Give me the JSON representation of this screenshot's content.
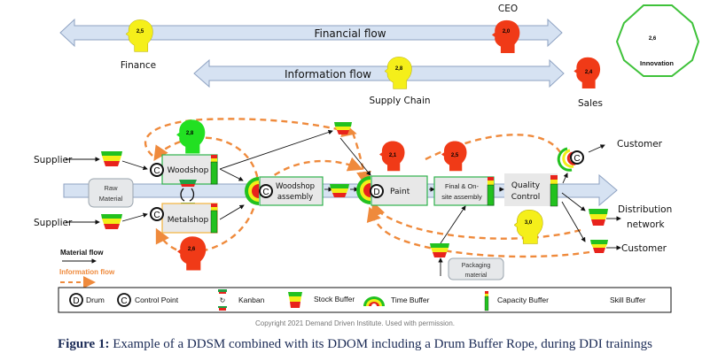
{
  "flows": {
    "financial_label": "Financial flow",
    "information_label": "Information flow"
  },
  "roles": {
    "finance": {
      "label": "Finance",
      "score": "2,5",
      "color": "#f5ef1a"
    },
    "ceo": {
      "label": "CEO",
      "score": "2,0",
      "color": "#f03a17"
    },
    "supply_chain": {
      "label": "Supply Chain",
      "score": "2,8",
      "color": "#f5ef1a"
    },
    "sales": {
      "label": "Sales",
      "score": "2,4",
      "color": "#f03a17"
    },
    "innovation": {
      "label": "Innovation",
      "score": "2,6"
    }
  },
  "skill_heads": {
    "woodshop": {
      "score": "2,8",
      "color": "#22e022"
    },
    "metalshop": {
      "score": "2,6",
      "color": "#f03a17"
    },
    "paint": {
      "score": "2,1",
      "color": "#f03a17"
    },
    "final_assembly": {
      "score": "2,5",
      "color": "#f03a17"
    },
    "quality": {
      "score": "3,0",
      "color": "#f5ef1a"
    }
  },
  "nodes": {
    "supplier_top": "Supplier",
    "supplier_bottom": "Supplier",
    "raw_material": [
      "Raw",
      "Material"
    ],
    "woodshop": "Woodshop",
    "metalshop": "Metalshop",
    "woodshop_assembly": [
      "Woodshop",
      "assembly"
    ],
    "paint": "Paint",
    "final_assembly": [
      "Final & On-",
      "site assembly"
    ],
    "quality_control": [
      "Quality",
      "Control"
    ],
    "packaging": [
      "Packaging",
      "material"
    ],
    "customer_top": "Customer",
    "distribution": [
      "Distribution",
      "network"
    ],
    "customer_bottom": "Customer"
  },
  "symbols": {
    "drum": "D",
    "control_point": "C"
  },
  "flow_legend": {
    "material": "Material flow",
    "information": "Information  flow"
  },
  "legend": [
    {
      "key": "drum",
      "label": "Drum"
    },
    {
      "key": "control_point",
      "label": "Control Point"
    },
    {
      "key": "kanban",
      "label": "Kanban"
    },
    {
      "key": "stock_buffer",
      "label": "Stock Buffer"
    },
    {
      "key": "time_buffer",
      "label": "Time Buffer"
    },
    {
      "key": "capacity_buffer",
      "label": "Capacity Buffer"
    },
    {
      "key": "skill_buffer",
      "label": "Skill Buffer"
    }
  ],
  "colors": {
    "green": "#22c11f",
    "yellow": "#f2ef18",
    "red": "#e8231c",
    "arrow_fill": "#d6e2f2",
    "arrow_stroke": "#8ea2c2",
    "info_orange": "#ef8a3c",
    "box_fill": "#e8e8e8",
    "box_green": "#2fb24c",
    "box_orange": "#f4b33c"
  },
  "copyright": "Copyright 2021 Demand Driven Institute. Used with permission.",
  "caption": {
    "prefix": "Figure 1:",
    "text": " Example of a DDSM combined with its DDOM including a Drum Buffer Rope, during DDI trainings"
  }
}
